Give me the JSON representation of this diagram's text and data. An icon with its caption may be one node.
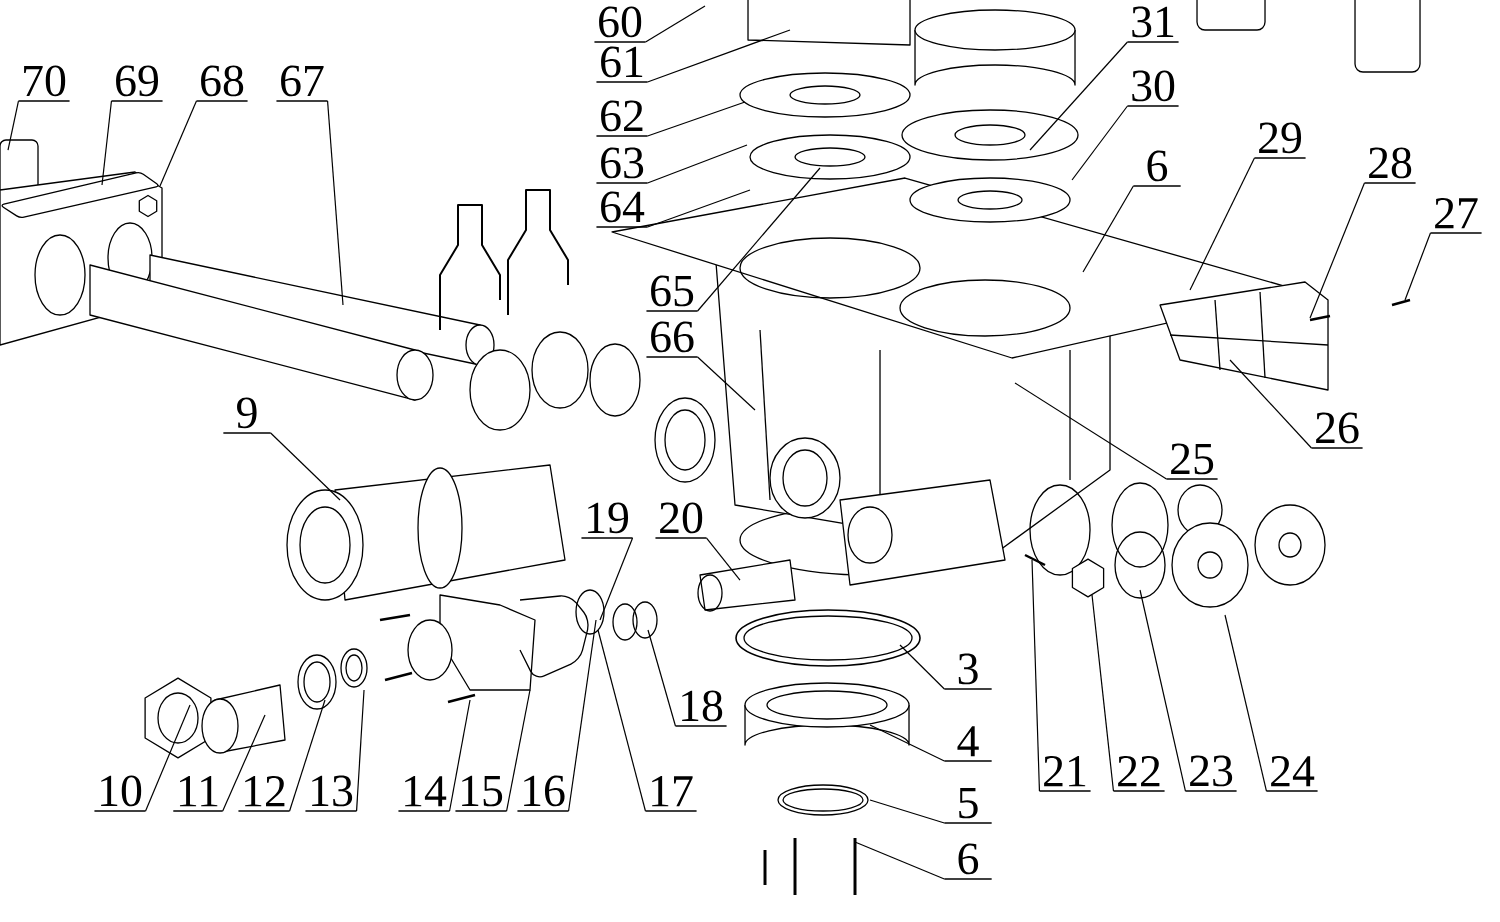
{
  "diagram": {
    "nodes": [
      {
        "text": [
          "60"
        ]
      },
      {
        "text": [
          "61"
        ]
      },
      {
        "text": [
          "31"
        ]
      },
      {
        "text": [
          "30"
        ]
      },
      {
        "text": [
          "70"
        ]
      },
      {
        "text": [
          "69"
        ]
      },
      {
        "text": [
          "68"
        ]
      },
      {
        "text": [
          "67"
        ]
      },
      {
        "text": [
          "62"
        ]
      },
      {
        "text": [
          "6"
        ]
      },
      {
        "text": [
          "29"
        ]
      },
      {
        "text": [
          "63"
        ]
      },
      {
        "text": [
          "28"
        ]
      },
      {
        "text": [
          "64"
        ]
      },
      {
        "text": [
          "27"
        ]
      },
      {
        "text": [
          "65"
        ]
      },
      {
        "text": [
          "66"
        ]
      },
      {
        "text": [
          "9"
        ]
      },
      {
        "text": [
          "26"
        ]
      },
      {
        "text": [
          "25"
        ]
      },
      {
        "text": [
          "19"
        ]
      },
      {
        "text": [
          "20"
        ]
      },
      {
        "text": [
          "3"
        ]
      },
      {
        "text": [
          "18"
        ]
      },
      {
        "text": [
          "4"
        ]
      },
      {
        "text": [
          "21"
        ]
      },
      {
        "text": [
          "22"
        ]
      },
      {
        "text": [
          "23"
        ]
      },
      {
        "text": [
          "24"
        ]
      },
      {
        "text": [
          "10"
        ]
      },
      {
        "text": [
          "11"
        ]
      },
      {
        "text": [
          "12"
        ]
      },
      {
        "text": [
          "13"
        ]
      },
      {
        "text": [
          "14"
        ]
      },
      {
        "text": [
          "15"
        ]
      },
      {
        "text": [
          "16"
        ]
      },
      {
        "text": [
          "17"
        ]
      },
      {
        "text": [
          "5"
        ]
      },
      {
        "text": [
          "6"
        ]
      }
    ],
    "edges": [
      {
        "from": 0,
        "to": null,
        "arrow": "none"
      },
      {
        "from": 1,
        "to": null,
        "arrow": "none"
      },
      {
        "from": 2,
        "to": null,
        "arrow": "none"
      },
      {
        "from": 3,
        "to": null,
        "arrow": "none"
      },
      {
        "from": 4,
        "to": null,
        "arrow": "none"
      },
      {
        "from": 5,
        "to": null,
        "arrow": "none"
      },
      {
        "from": 6,
        "to": null,
        "arrow": "none"
      },
      {
        "from": 7,
        "to": null,
        "arrow": "none"
      },
      {
        "from": 8,
        "to": null,
        "arrow": "none"
      },
      {
        "from": 9,
        "to": null,
        "arrow": "none"
      },
      {
        "from": 10,
        "to": null,
        "arrow": "none"
      },
      {
        "from": 11,
        "to": null,
        "arrow": "none"
      },
      {
        "from": 12,
        "to": null,
        "arrow": "none"
      },
      {
        "from": 13,
        "to": null,
        "arrow": "none"
      },
      {
        "from": 14,
        "to": null,
        "arrow": "none"
      },
      {
        "from": 15,
        "to": null,
        "arrow": "none"
      },
      {
        "from": 16,
        "to": null,
        "arrow": "none"
      },
      {
        "from": 17,
        "to": null,
        "arrow": "none"
      },
      {
        "from": 18,
        "to": null,
        "arrow": "none"
      },
      {
        "from": 19,
        "to": null,
        "arrow": "none"
      },
      {
        "from": 20,
        "to": null,
        "arrow": "none"
      },
      {
        "from": 21,
        "to": null,
        "arrow": "none"
      },
      {
        "from": 22,
        "to": null,
        "arrow": "none"
      },
      {
        "from": 23,
        "to": null,
        "arrow": "none"
      },
      {
        "from": 24,
        "to": null,
        "arrow": "none"
      },
      {
        "from": 25,
        "to": null,
        "arrow": "none"
      },
      {
        "from": 26,
        "to": null,
        "arrow": "none"
      },
      {
        "from": 27,
        "to": null,
        "arrow": "none"
      },
      {
        "from": 28,
        "to": null,
        "arrow": "none"
      },
      {
        "from": 29,
        "to": null,
        "arrow": "none"
      },
      {
        "from": 30,
        "to": null,
        "arrow": "none"
      },
      {
        "from": 31,
        "to": null,
        "arrow": "none"
      },
      {
        "from": 32,
        "to": null,
        "arrow": "none"
      },
      {
        "from": 33,
        "to": null,
        "arrow": "none"
      },
      {
        "from": 34,
        "to": null,
        "arrow": "none"
      },
      {
        "from": 35,
        "to": null,
        "arrow": "none"
      },
      {
        "from": 36,
        "to": null,
        "arrow": "none"
      },
      {
        "from": 37,
        "to": null,
        "arrow": "none"
      },
      {
        "from": 38,
        "to": null,
        "arrow": "none"
      }
    ]
  }
}
